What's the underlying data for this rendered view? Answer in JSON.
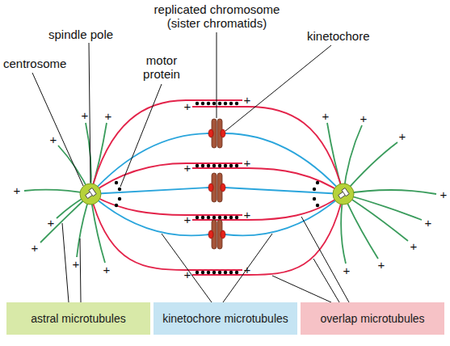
{
  "diagram": {
    "nodes": [
      {
        "text": [
          "astral microtubules"
        ]
      },
      {
        "text": [
          "kinetochore microtubules"
        ]
      },
      {
        "text": [
          "overlap microtubules"
        ]
      }
    ],
    "labels": [
      "replicated chromosome (sister chromatids)",
      "spindle pole",
      "centrosome",
      "motor protein",
      "kinetochore",
      "+",
      "+",
      "+",
      "+",
      "+",
      "+",
      "+",
      "+",
      "+",
      "+",
      "+",
      "+",
      "+",
      "+",
      "+",
      "+",
      "+",
      "+",
      "+",
      "+",
      "+",
      "+",
      "+",
      "+"
    ]
  }
}
